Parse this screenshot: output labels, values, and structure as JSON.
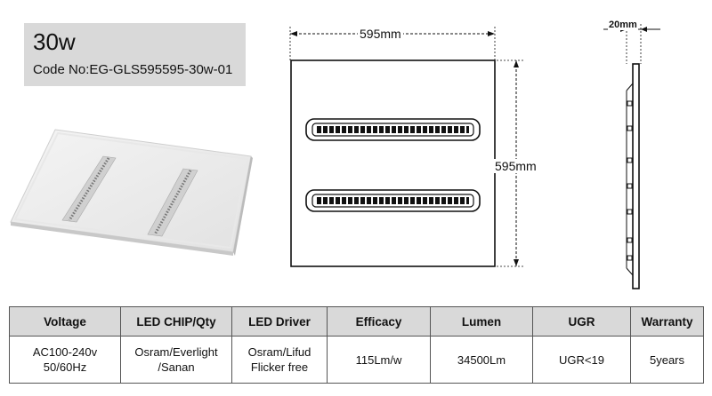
{
  "header": {
    "title": "30w",
    "code": "Code No:EG-GLS595595-30w-01"
  },
  "dimensions": {
    "width": "595mm",
    "height": "595mm",
    "depth": "20mm"
  },
  "spec_table": {
    "headers": [
      "Voltage",
      "LED CHIP/Qty",
      "LED Driver",
      "Efficacy",
      "Lumen",
      "UGR",
      "Warranty"
    ],
    "row": [
      [
        "AC100-240v",
        "50/60Hz"
      ],
      [
        "Osram/Everlight",
        "/Sanan"
      ],
      [
        "Osram/Lifud",
        "Flicker free"
      ],
      [
        "115Lm/w"
      ],
      [
        "34500Lm"
      ],
      [
        "UGR<19"
      ],
      [
        "5years"
      ]
    ]
  },
  "colors": {
    "header_bg": "#d9d9d9",
    "line": "#111111"
  }
}
